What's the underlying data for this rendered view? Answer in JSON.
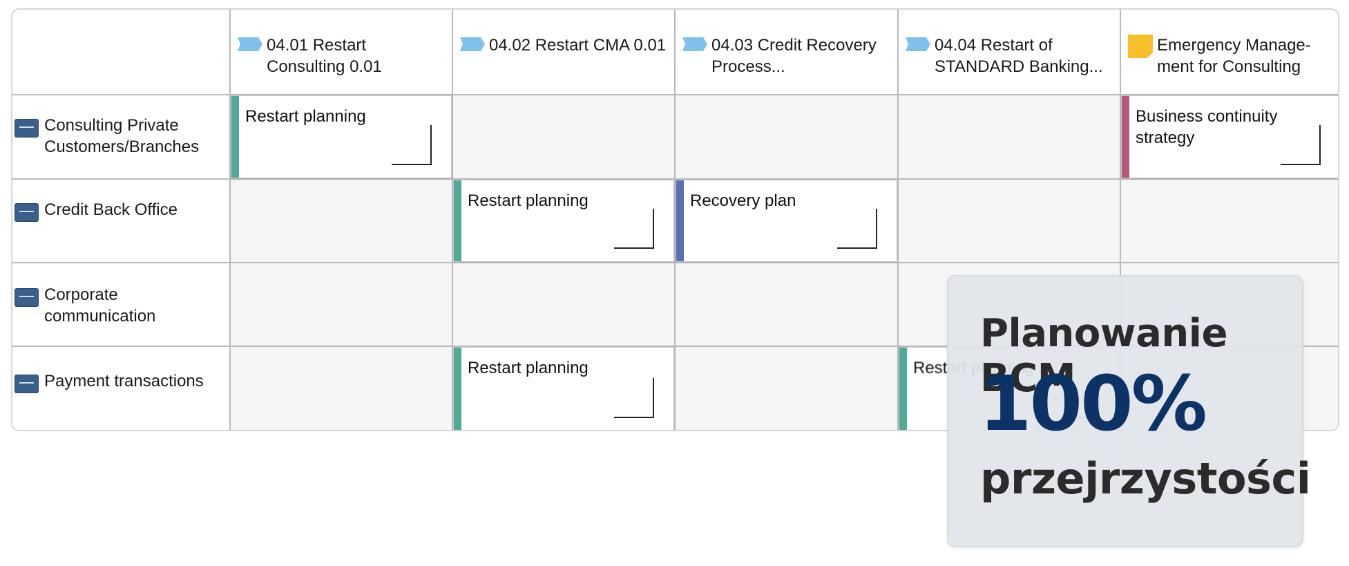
{
  "columns": [
    {
      "title": "04.01 Restart Consulting 0.01",
      "icon": "process-tag-icon",
      "icon_color": "#7fc1ea"
    },
    {
      "title": "04.02 Restart CMA 0.01",
      "icon": "process-tag-icon",
      "icon_color": "#7fc1ea"
    },
    {
      "title": "04.03 Credit Recovery Process...",
      "icon": "process-tag-icon",
      "icon_color": "#7fc1ea"
    },
    {
      "title": "04.04 Restart of STANDARD Banking...",
      "icon": "process-tag-icon",
      "icon_color": "#7fc1ea"
    },
    {
      "title": "Emergency Manage-ment for Consulting",
      "icon": "note-icon",
      "icon_color": "#f7bf2a"
    }
  ],
  "rows": [
    {
      "title": "Consulting Private Customers/Branches",
      "icon": "role-icon"
    },
    {
      "title": "Credit Back Office",
      "icon": "role-icon"
    },
    {
      "title": "Corporate communication",
      "icon": "role-icon"
    },
    {
      "title": "Payment transactions",
      "icon": "role-icon"
    }
  ],
  "cards": [
    {
      "label": "Restart planning",
      "stripe_color": "#4fab97"
    },
    {
      "label": "Business continuity strategy",
      "stripe_color": "#b5567a"
    },
    {
      "label": "Restart planning",
      "stripe_color": "#4fab97"
    },
    {
      "label": "Recovery plan",
      "stripe_color": "#5a6fb5"
    },
    {
      "label": "Restart planning",
      "stripe_color": "#4fab97"
    },
    {
      "label": "Restart planning",
      "stripe_color": "#4fab97"
    }
  ],
  "overlay": {
    "title": "Planowanie BCM",
    "value": "100%",
    "subtitle": "przejrzystości",
    "value_color": "#0d3366"
  }
}
